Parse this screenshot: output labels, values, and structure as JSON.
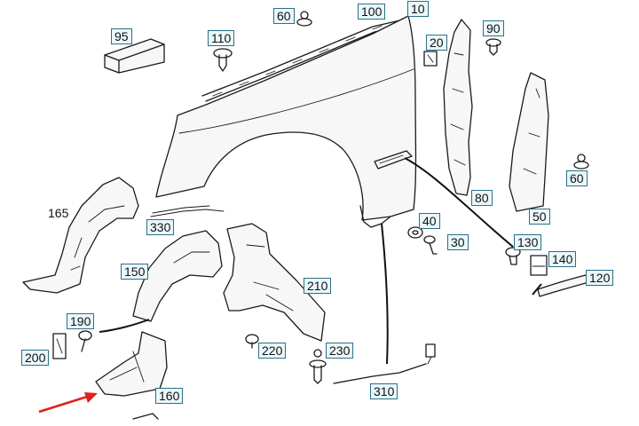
{
  "labels": [
    {
      "id": "10",
      "text": "10",
      "boxed": true
    },
    {
      "id": "20",
      "text": "20",
      "boxed": true
    },
    {
      "id": "30",
      "text": "30",
      "boxed": true
    },
    {
      "id": "40",
      "text": "40",
      "boxed": true
    },
    {
      "id": "50",
      "text": "50",
      "boxed": true
    },
    {
      "id": "60a",
      "text": "60",
      "boxed": true
    },
    {
      "id": "60b",
      "text": "60",
      "boxed": true
    },
    {
      "id": "80",
      "text": "80",
      "boxed": true
    },
    {
      "id": "90",
      "text": "90",
      "boxed": true
    },
    {
      "id": "95",
      "text": "95",
      "boxed": true
    },
    {
      "id": "100",
      "text": "100",
      "boxed": true
    },
    {
      "id": "110",
      "text": "110",
      "boxed": true
    },
    {
      "id": "120",
      "text": "120",
      "boxed": true
    },
    {
      "id": "130",
      "text": "130",
      "boxed": true
    },
    {
      "id": "140",
      "text": "140",
      "boxed": true
    },
    {
      "id": "150",
      "text": "150",
      "boxed": true
    },
    {
      "id": "160",
      "text": "160",
      "boxed": true
    },
    {
      "id": "165",
      "text": "165",
      "boxed": false
    },
    {
      "id": "190",
      "text": "190",
      "boxed": true
    },
    {
      "id": "200",
      "text": "200",
      "boxed": true
    },
    {
      "id": "210",
      "text": "210",
      "boxed": true
    },
    {
      "id": "220",
      "text": "220",
      "boxed": true
    },
    {
      "id": "230",
      "text": "230",
      "boxed": true
    },
    {
      "id": "310",
      "text": "310",
      "boxed": true
    },
    {
      "id": "330",
      "text": "330",
      "boxed": true
    }
  ],
  "colors": {
    "line": "#1a1a1a",
    "label_border": "#2e6f86",
    "label_bg": "#eaf7fb",
    "pointer_arrow": "#e0201b"
  }
}
